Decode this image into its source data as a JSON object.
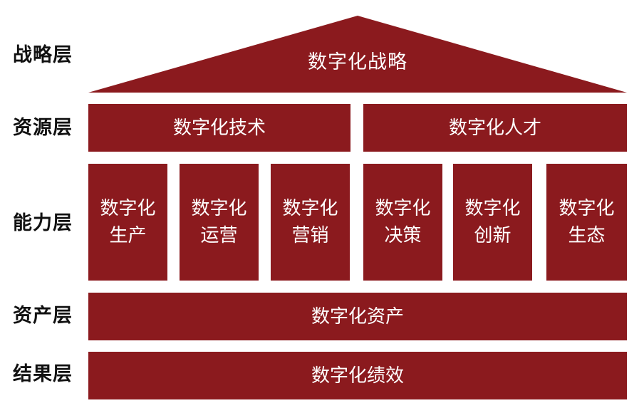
{
  "theme": {
    "block_color": "#8b1a1e"
  },
  "layers": {
    "strategy": "战略层",
    "resource": "资源层",
    "capability": "能力层",
    "asset": "资产层",
    "result": "结果层"
  },
  "strategy": {
    "label": "数字化战略"
  },
  "resources": [
    {
      "label": "数字化技术"
    },
    {
      "label": "数字化人才"
    }
  ],
  "capabilities": [
    {
      "line1": "数字化",
      "line2": "生产"
    },
    {
      "line1": "数字化",
      "line2": "运营"
    },
    {
      "line1": "数字化",
      "line2": "营销"
    },
    {
      "line1": "数字化",
      "line2": "决策"
    },
    {
      "line1": "数字化",
      "line2": "创新"
    },
    {
      "line1": "数字化",
      "line2": "生态"
    }
  ],
  "asset": {
    "label": "数字化资产"
  },
  "result": {
    "label": "数字化绩效"
  }
}
